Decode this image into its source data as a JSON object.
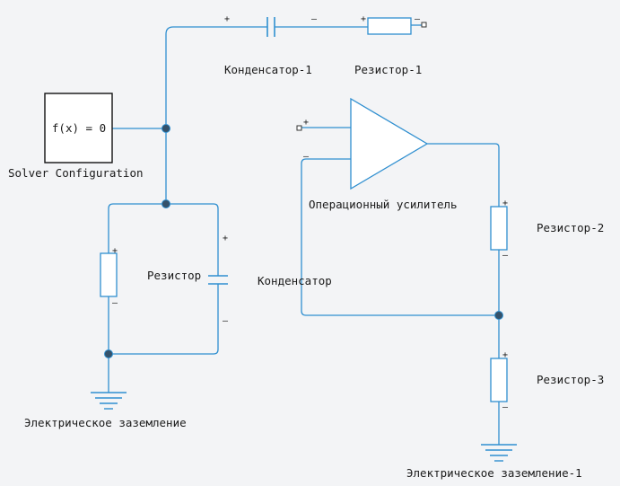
{
  "blocks": {
    "solver": {
      "expression": "f(x) = 0",
      "label": "Solver Configuration"
    },
    "capacitor1": {
      "label": "Конденсатор-1",
      "plus": "+",
      "minus": "–"
    },
    "resistor1": {
      "label": "Резистор-1",
      "plus": "+",
      "minus": "–"
    },
    "resistor": {
      "label": "Резистор",
      "plus": "+",
      "minus": "–"
    },
    "capacitor": {
      "label": "Конденсатор",
      "plus": "+",
      "minus": "–"
    },
    "ground": {
      "label": "Электрическое заземление"
    },
    "opamp": {
      "label": "Операционный усилитель",
      "plus": "+",
      "minus": "–"
    },
    "resistor2": {
      "label": "Резистор-2",
      "plus": "+",
      "minus": "–"
    },
    "resistor3": {
      "label": "Резистор-3",
      "plus": "+",
      "minus": "–"
    },
    "ground1": {
      "label": "Электрическое заземление-1"
    }
  },
  "colors": {
    "wire": "#2f8fd0",
    "node": "#35526b",
    "background": "#f3f4f6"
  }
}
